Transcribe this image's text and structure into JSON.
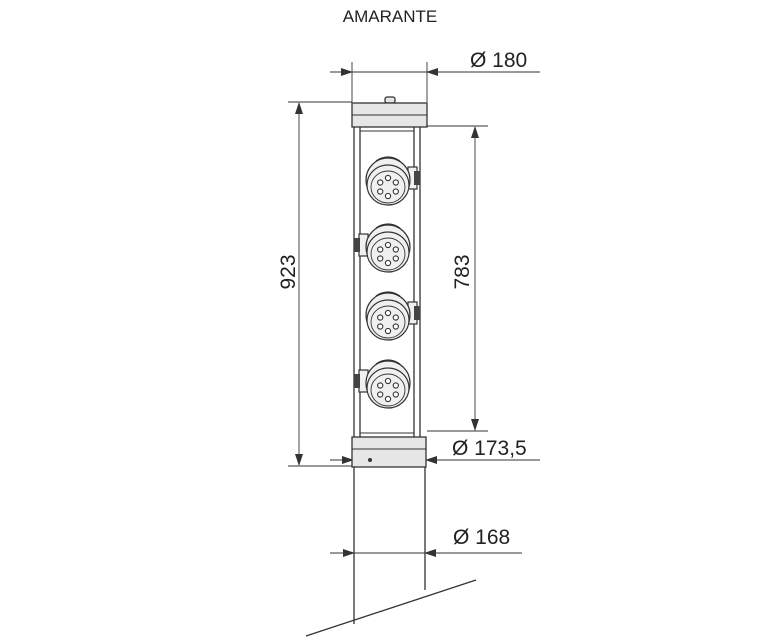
{
  "title": "AMARANTE",
  "dimensions": {
    "top_diameter": "Ø 180",
    "base_diameter": "Ø 173,5",
    "pole_diameter": "Ø 168",
    "total_height": "923",
    "tube_height": "783"
  },
  "heads_count": 4
}
